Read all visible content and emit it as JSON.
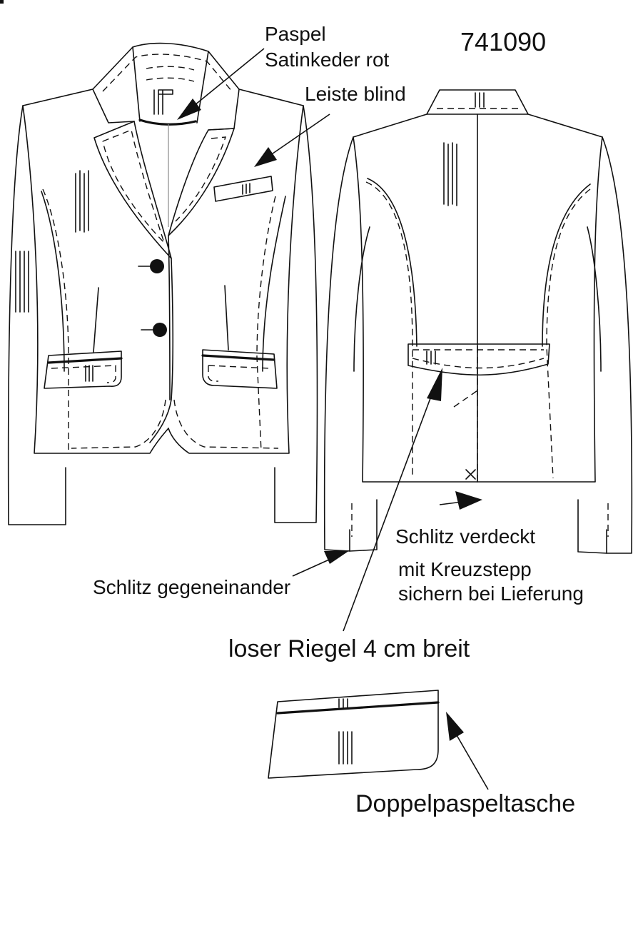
{
  "style_number": "741090",
  "labels": {
    "paspel_line1": "Paspel",
    "paspel_line2": "Satinkeder rot",
    "leiste": "Leiste blind",
    "schlitz_gegen": "Schlitz gegeneinander",
    "schlitz_verdeckt_line1": "Schlitz verdeckt",
    "schlitz_verdeckt_line2": "mit Kreuzstepp",
    "schlitz_verdeckt_line3": "sichern bei Lieferung",
    "riegel": "loser Riegel 4 cm breit",
    "doppelpaspel": "Doppelpaspeltasche"
  }
}
